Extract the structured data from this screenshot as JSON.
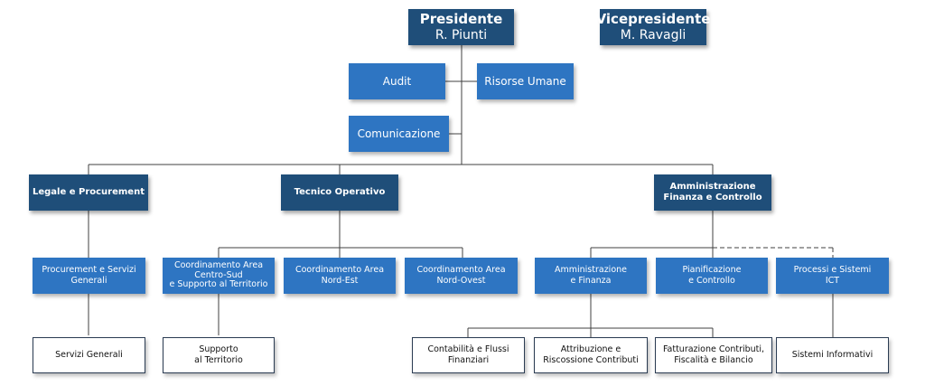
{
  "presidente": {
    "title": "Presidente",
    "name": "R. Piunti"
  },
  "vicepresidente": {
    "title": "Vicepresidente",
    "name": "M. Ravagli"
  },
  "staff": {
    "audit": "Audit",
    "risorse_umane": "Risorse Umane",
    "comunicazione": "Comunicazione"
  },
  "areas": {
    "legale": "Legale e Procurement",
    "tecnico": "Tecnico Operativo",
    "amministrazione": [
      "Amministrazione",
      "Finanza e Controllo"
    ]
  },
  "units": {
    "procurement": [
      "Procurement e Servizi",
      "Generali"
    ],
    "centro_sud": [
      "Coordinamento Area",
      "Centro-Sud",
      "e Supporto al Territorio"
    ],
    "nord_est": [
      "Coordinamento Area",
      "Nord-Est"
    ],
    "nord_ovest": [
      "Coordinamento Area",
      "Nord-Ovest"
    ],
    "amm_finanza": [
      "Amministrazione",
      "e Finanza"
    ],
    "pianificazione": [
      "Pianificazione",
      "e Controllo"
    ],
    "processi": [
      "Processi e Sistemi",
      "ICT"
    ]
  },
  "leaves": {
    "servizi_generali": [
      "Servizi Generali"
    ],
    "supporto": [
      "Supporto",
      "al Territorio"
    ],
    "contabilita": [
      "Contabilità e Flussi",
      "Finanziari"
    ],
    "attribuzione": [
      "Attribuzione e",
      "Riscossione Contributi"
    ],
    "fatturazione": [
      "Fatturazione Contributi,",
      "Fiscalità e Bilancio"
    ],
    "sistemi": [
      "Sistemi Informativi"
    ]
  },
  "colors": {
    "navy": "#1f4e79",
    "blue": "#2e75c2",
    "line": "#404040"
  }
}
